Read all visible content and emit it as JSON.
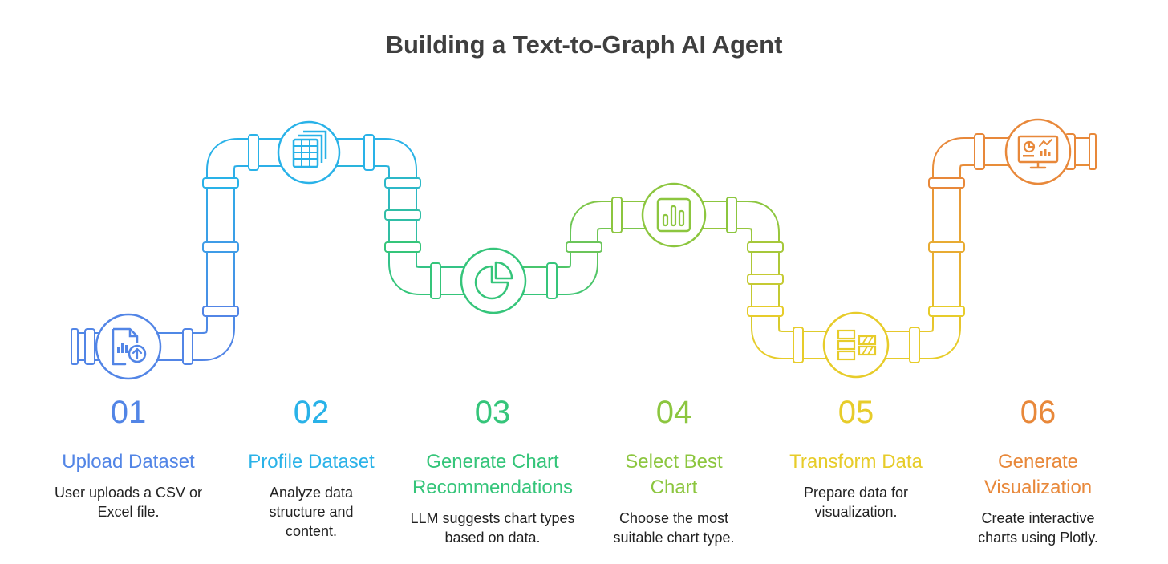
{
  "title": "Building a Text-to-Graph AI Agent",
  "steps": [
    {
      "number": "01",
      "title": "Upload Dataset",
      "description": "User uploads a CSV or Excel file.",
      "color": "#5285e6",
      "icon": "upload-file-icon"
    },
    {
      "number": "02",
      "title": "Profile Dataset",
      "description": "Analyze data structure and content.",
      "color": "#29b2e8",
      "icon": "table-icon"
    },
    {
      "number": "03",
      "title": "Generate Chart Recommendations",
      "description": "LLM suggests chart types based on data.",
      "color": "#35c57a",
      "icon": "pie-chart-icon"
    },
    {
      "number": "04",
      "title": "Select Best Chart",
      "description": "Choose the most suitable chart type.",
      "color": "#8cc63f",
      "icon": "bar-chart-icon"
    },
    {
      "number": "05",
      "title": "Transform Data",
      "description": "Prepare data for visualization.",
      "color": "#e7cc2a",
      "icon": "transform-icon"
    },
    {
      "number": "06",
      "title": "Generate Visualization",
      "description": "Create interactive charts using Plotly.",
      "color": "#e8883a",
      "icon": "dashboard-monitor-icon"
    }
  ]
}
